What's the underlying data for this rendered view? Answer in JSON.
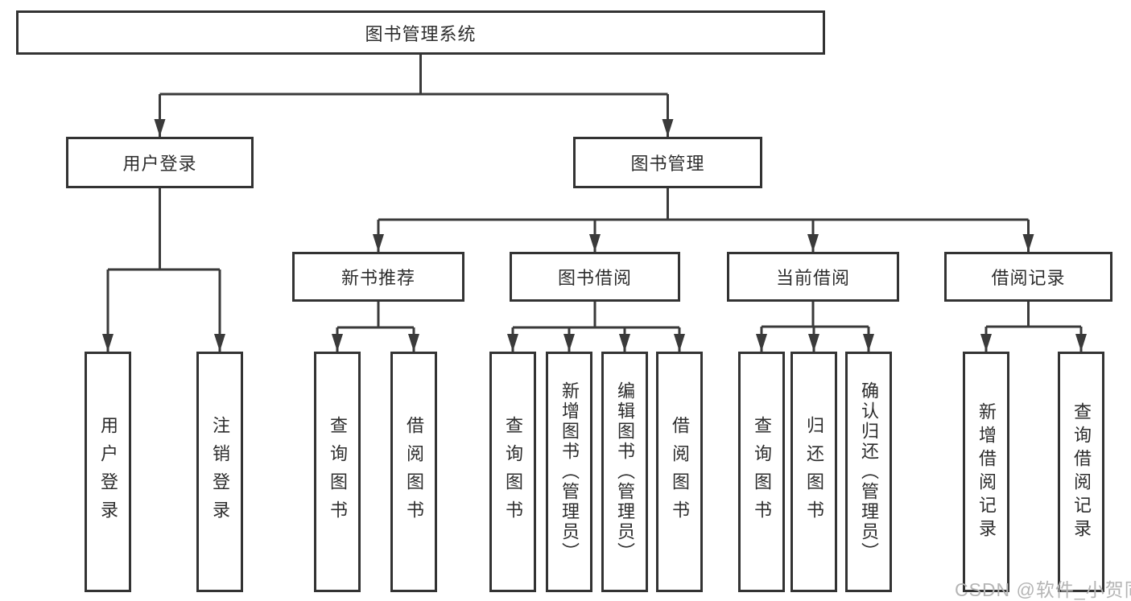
{
  "tree": {
    "label": "图书管理系统",
    "children": [
      {
        "label": "用户登录",
        "children": [
          {
            "label": "用户登录"
          },
          {
            "label": "注销登录"
          }
        ]
      },
      {
        "label": "图书管理",
        "children": [
          {
            "label": "新书推荐",
            "children": [
              {
                "label": "查询图书"
              },
              {
                "label": "借阅图书"
              }
            ]
          },
          {
            "label": "图书借阅",
            "children": [
              {
                "label": "查询图书"
              },
              {
                "label": "新增图书（管理员）"
              },
              {
                "label": "编辑图书（管理员）"
              },
              {
                "label": "借阅图书"
              }
            ]
          },
          {
            "label": "当前借阅",
            "children": [
              {
                "label": "查询图书"
              },
              {
                "label": "归还图书"
              },
              {
                "label": "确认归还（管理员）"
              }
            ]
          },
          {
            "label": "借阅记录",
            "children": [
              {
                "label": "新增借阅记录"
              },
              {
                "label": "查询借阅记录"
              }
            ]
          }
        ]
      }
    ]
  },
  "watermark": {
    "text": "CSDN @软件_小贺同学"
  },
  "colors": {
    "border": "#333333",
    "line": "#3a3a3a",
    "text": "#2d2d2d",
    "watermark": "#b5b5b5",
    "background": "#ffffff"
  }
}
